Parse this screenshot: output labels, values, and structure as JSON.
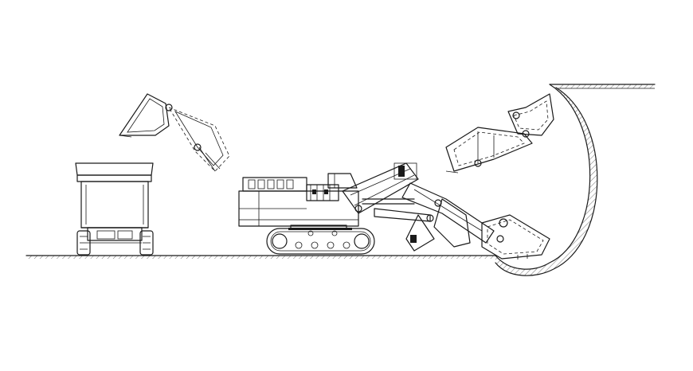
{
  "diagram": {
    "elements": [
      "haul-truck",
      "hydraulic-excavator",
      "bucket-position-upper-left",
      "bucket-position-upper-right",
      "bucket-position-digging",
      "ground-line",
      "excavation-face"
    ],
    "colors": {
      "line": "#1a1a1a",
      "background": "#ffffff"
    }
  }
}
